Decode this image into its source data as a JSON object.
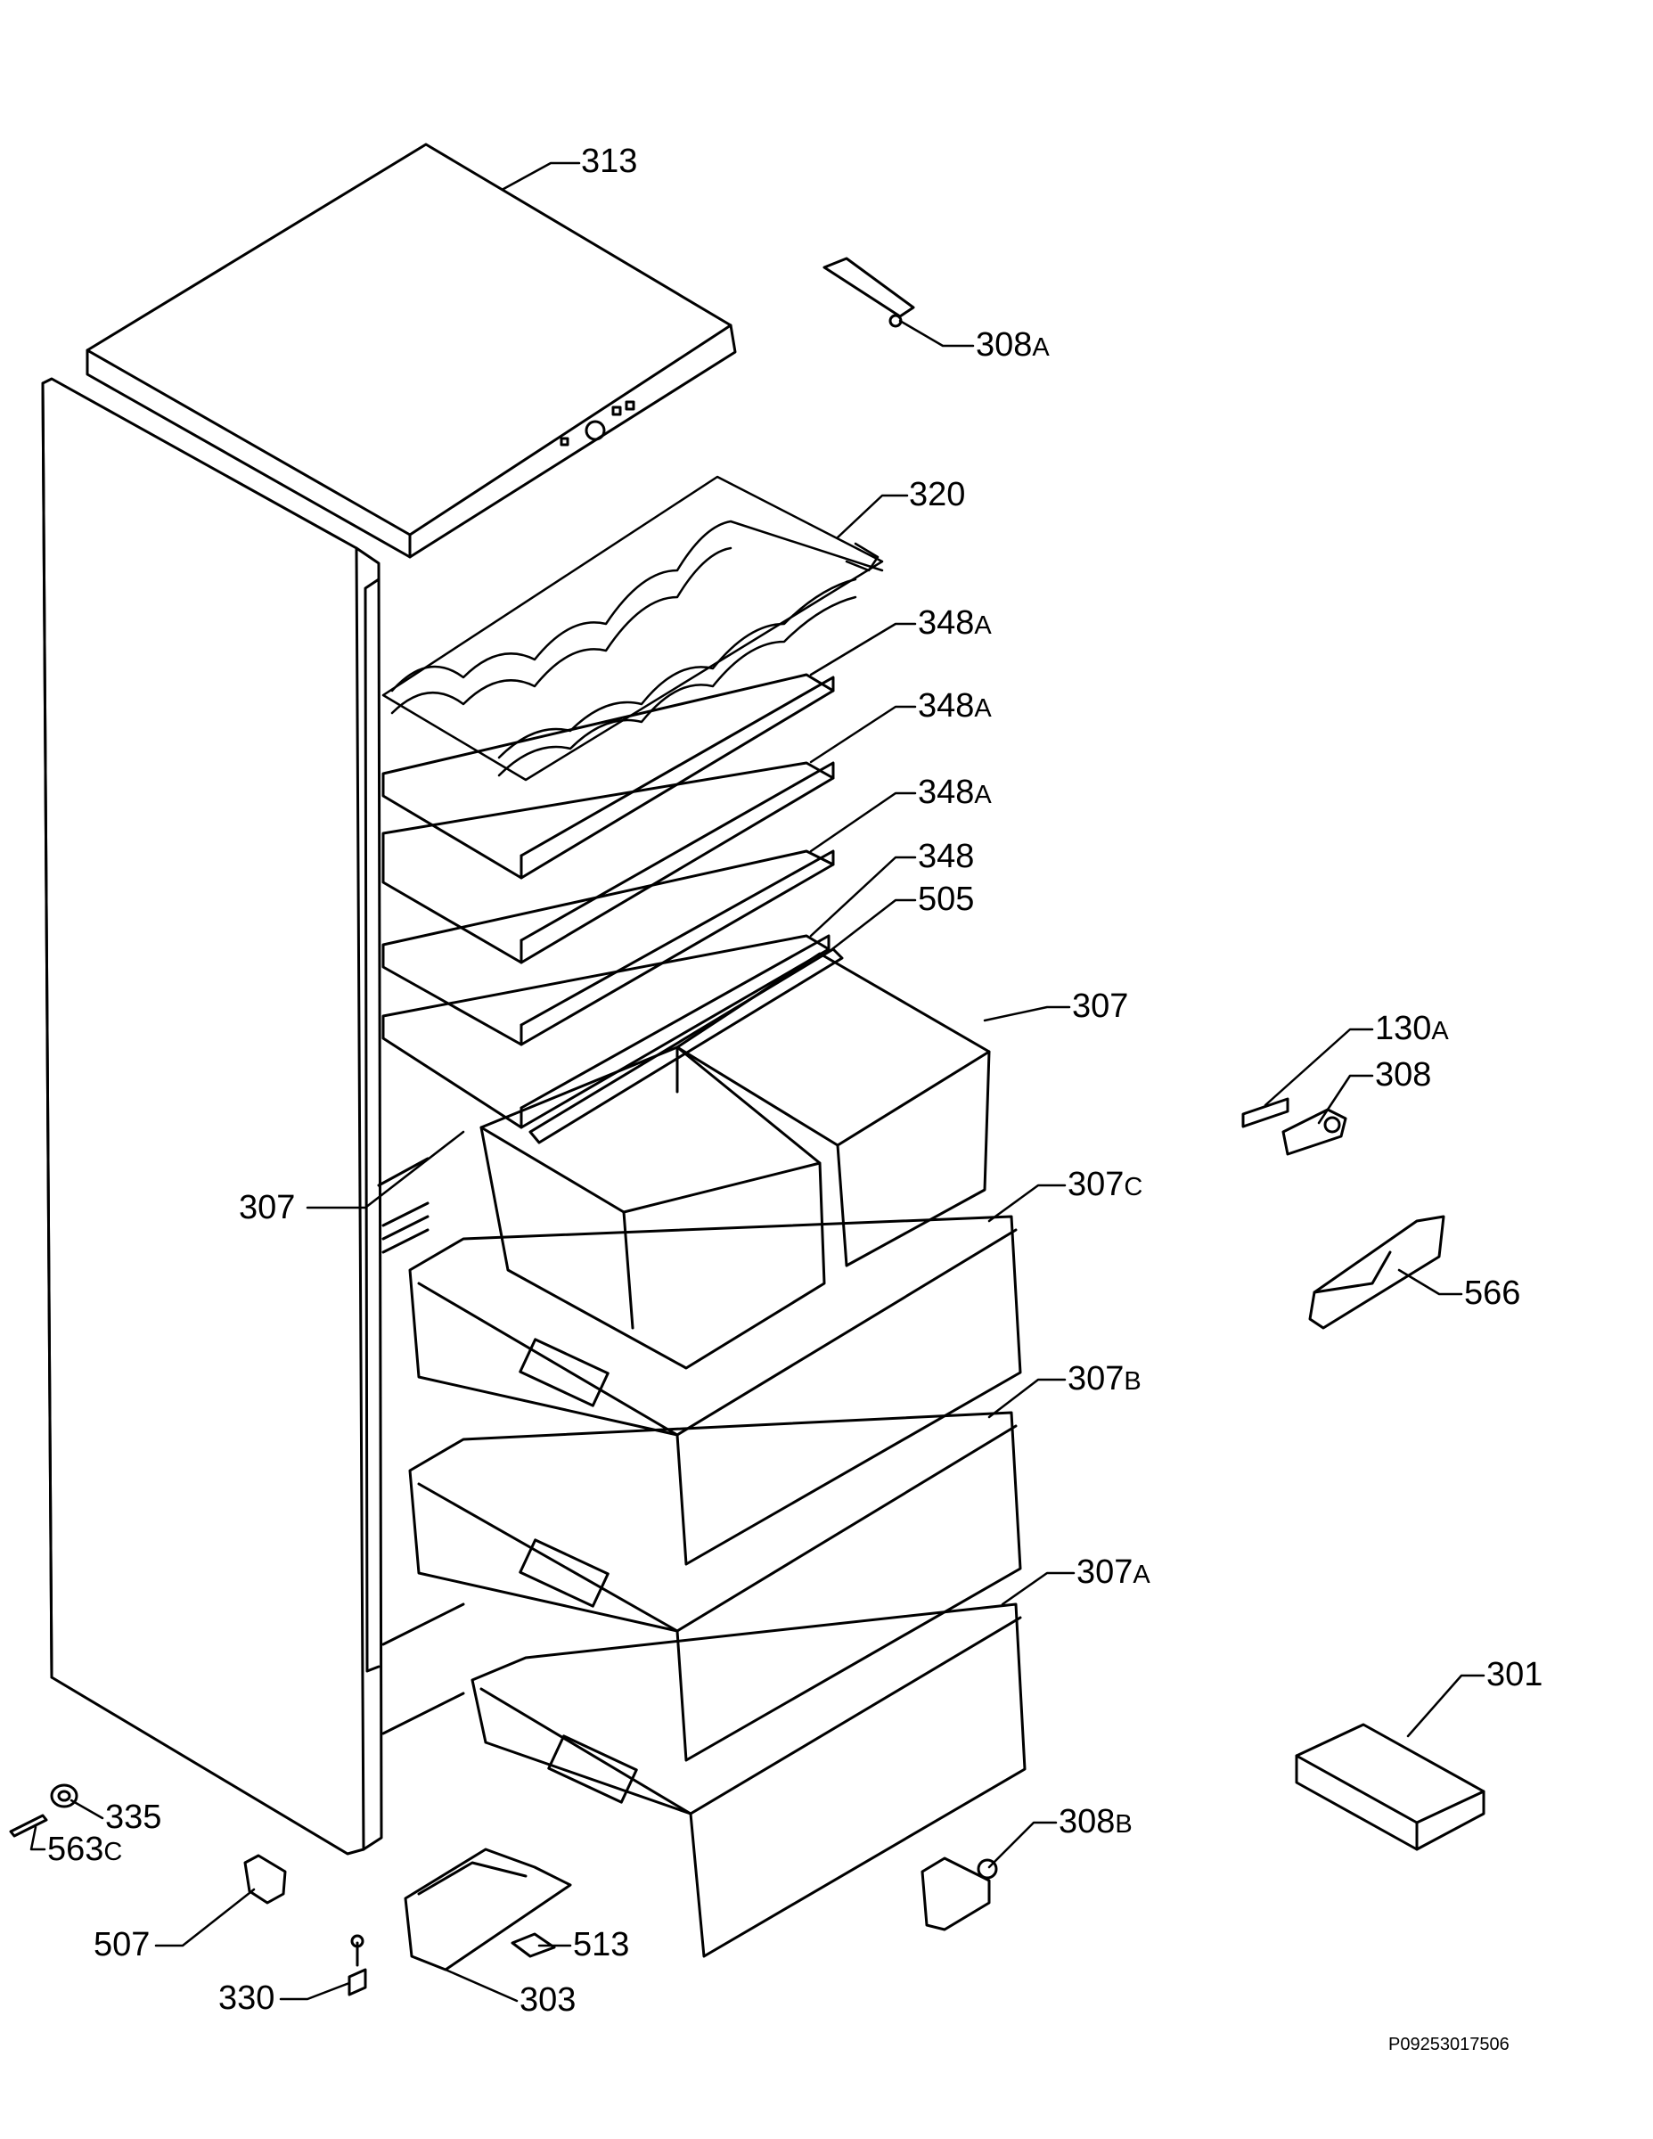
{
  "diagram": {
    "labels": [
      {
        "id": "313",
        "number": "313",
        "suffix": ""
      },
      {
        "id": "308a",
        "number": "308",
        "suffix": "A"
      },
      {
        "id": "320",
        "number": "320",
        "suffix": ""
      },
      {
        "id": "348a1",
        "number": "348",
        "suffix": "A"
      },
      {
        "id": "348a2",
        "number": "348",
        "suffix": "A"
      },
      {
        "id": "348a3",
        "number": "348",
        "suffix": "A"
      },
      {
        "id": "348",
        "number": "348",
        "suffix": ""
      },
      {
        "id": "505",
        "number": "505",
        "suffix": ""
      },
      {
        "id": "307r",
        "number": "307",
        "suffix": ""
      },
      {
        "id": "130a",
        "number": "130",
        "suffix": "A"
      },
      {
        "id": "308",
        "number": "308",
        "suffix": ""
      },
      {
        "id": "307l",
        "number": "307",
        "suffix": ""
      },
      {
        "id": "307c",
        "number": "307",
        "suffix": "C"
      },
      {
        "id": "566",
        "number": "566",
        "suffix": ""
      },
      {
        "id": "307b",
        "number": "307",
        "suffix": "B"
      },
      {
        "id": "307a",
        "number": "307",
        "suffix": "A"
      },
      {
        "id": "301",
        "number": "301",
        "suffix": ""
      },
      {
        "id": "335",
        "number": "335",
        "suffix": ""
      },
      {
        "id": "563c",
        "number": "563",
        "suffix": "C"
      },
      {
        "id": "308b",
        "number": "308",
        "suffix": "B"
      },
      {
        "id": "507",
        "number": "507",
        "suffix": ""
      },
      {
        "id": "513",
        "number": "513",
        "suffix": ""
      },
      {
        "id": "330",
        "number": "330",
        "suffix": ""
      },
      {
        "id": "303",
        "number": "303",
        "suffix": ""
      }
    ],
    "drawing_code": "P09253017506"
  }
}
